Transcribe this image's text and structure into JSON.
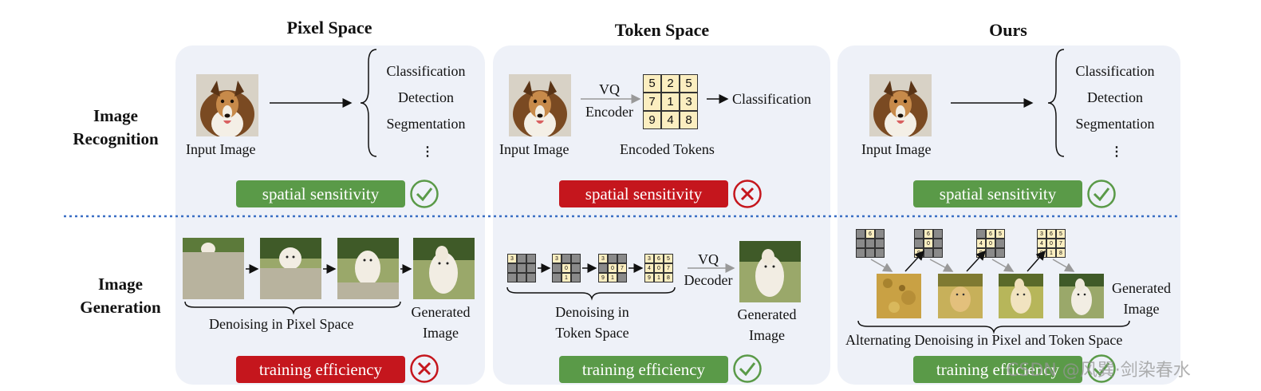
{
  "titles": {
    "pixel": "Pixel Space",
    "token": "Token Space",
    "ours": "Ours"
  },
  "row_labels": {
    "recognition": [
      "Image",
      "Recognition"
    ],
    "generation": [
      "Image",
      "Generation"
    ]
  },
  "recognition": {
    "input_label": "Input Image",
    "tasks": [
      "Classification",
      "Detection",
      "Segmentation"
    ],
    "ellipsis": "⋮",
    "vq_encoder": [
      "VQ",
      "Encoder"
    ],
    "encoded_tokens_label": "Encoded Tokens",
    "token_classification": "Classification",
    "tokens": [
      "5",
      "2",
      "5",
      "7",
      "1",
      "3",
      "9",
      "4",
      "8"
    ]
  },
  "badges": {
    "spatial": "spatial sensitivity",
    "training": "training efficiency"
  },
  "generation": {
    "pixel_caption": "Denoising in Pixel Space",
    "generated": [
      "Generated",
      "Image"
    ],
    "token_caption": [
      "Denoising in",
      "Token Space"
    ],
    "vq_decoder": [
      "VQ",
      "Decoder"
    ],
    "ours_caption": "Alternating Denoising in Pixel and Token Space",
    "token_steps": [
      [
        "3",
        "",
        "",
        "",
        "",
        "",
        "",
        "",
        ""
      ],
      [
        "3",
        "",
        "",
        "",
        "0",
        "",
        "",
        "1",
        ""
      ],
      [
        "3",
        "",
        "",
        "",
        "0",
        "7",
        "9",
        "1",
        ""
      ],
      [
        "3",
        "6",
        "5",
        "4",
        "0",
        "7",
        "9",
        "1",
        "8"
      ]
    ],
    "ours_steps": [
      [
        "",
        "6",
        "",
        "",
        "",
        "",
        "",
        "",
        ""
      ],
      [
        "",
        "6",
        "",
        "",
        "0",
        "",
        "9",
        "",
        ""
      ],
      [
        "",
        "6",
        "5",
        "4",
        "0",
        "",
        "9",
        "",
        ""
      ],
      [
        "3",
        "6",
        "5",
        "4",
        "0",
        "7",
        "9",
        "1",
        "8"
      ]
    ]
  },
  "watermark": "CSDN @风巽·剑染春水",
  "colors": {
    "green": "#5a9a48",
    "red": "#c5161d",
    "panel": "#eef1f8",
    "divider": "#3a6fc4"
  }
}
